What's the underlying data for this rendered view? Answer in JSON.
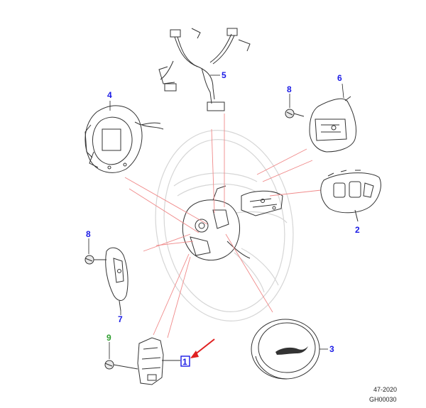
{
  "diagram": {
    "callouts": [
      {
        "id": "c1",
        "label": "1",
        "color": "#1a1ae6",
        "highlighted": true
      },
      {
        "id": "c2",
        "label": "2",
        "color": "#1a1ae6"
      },
      {
        "id": "c3",
        "label": "3",
        "color": "#1a1ae6"
      },
      {
        "id": "c4",
        "label": "4",
        "color": "#1a1ae6"
      },
      {
        "id": "c5",
        "label": "5",
        "color": "#1a1ae6"
      },
      {
        "id": "c6",
        "label": "6",
        "color": "#1a1ae6"
      },
      {
        "id": "c7",
        "label": "7",
        "color": "#1a1ae6"
      },
      {
        "id": "c8a",
        "label": "8",
        "color": "#1a1ae6"
      },
      {
        "id": "c8b",
        "label": "8",
        "color": "#1a1ae6"
      },
      {
        "id": "c9",
        "label": "9",
        "color": "#2e9e2e"
      }
    ],
    "reference": {
      "date": "47-2020",
      "code": "GH00030"
    },
    "colors": {
      "callout": "#1a1ae6",
      "callout_alt": "#2e9e2e",
      "leader": "#f08a8a",
      "pointer_arrow": "#e02020",
      "highlight_box": "#1a1ae6"
    },
    "icons": [
      "steering-wheel-outline",
      "airbag-module",
      "jaguar-leaper-logo",
      "pointer-arrow"
    ]
  }
}
